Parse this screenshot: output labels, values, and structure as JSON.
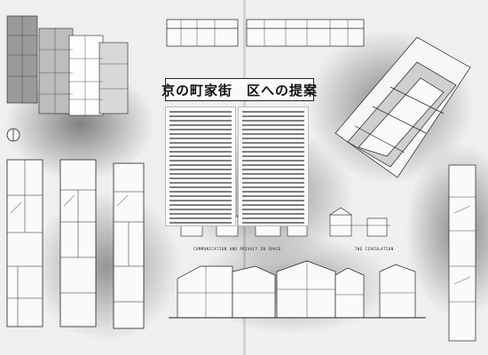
{
  "title": "京の町家街　区への提案",
  "captions": {
    "center_left": "COMMUNICATION AND PRIVACY IN SPACE",
    "center_right": "THE CIRCULATION"
  },
  "colors": {
    "paper": "#efefef",
    "ink": "#111111"
  }
}
